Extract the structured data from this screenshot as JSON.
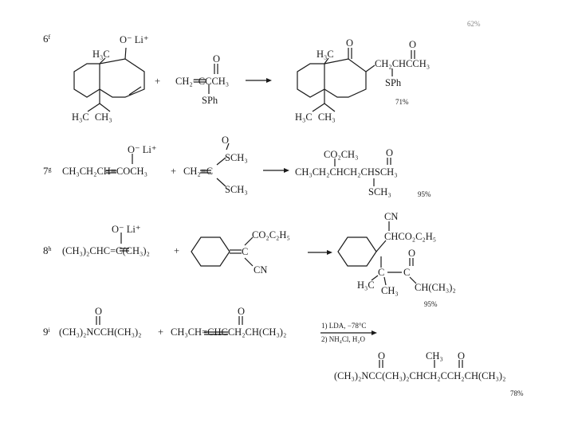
{
  "page_fragment": "62%",
  "reactions": [
    {
      "number": "6",
      "footnote": "f",
      "enolate_charge": "O⁻ Li⁺",
      "enolate_methyl": "H₃C",
      "gem_dimethyl": "H₃C CH₃",
      "plus": "+",
      "acceptor_carbonyl": "O",
      "acceptor": "CH₂=CCCH₃",
      "acceptor_sub": "SPh",
      "product_methyl": "H₃C",
      "product_ketone": "O",
      "product_chain_o": "O",
      "product_chain": "CH₂CHCCH₃",
      "product_sub": "SPh",
      "product_gem": "H₃C CH₃",
      "yield": "71%"
    },
    {
      "number": "7",
      "footnote": "g",
      "enolate_charge": "O⁻ Li⁺",
      "enolate": "CH₃CH₂CH=COCH₃",
      "plus": "+",
      "sulfoxide_o": "O",
      "acceptor_top": "SCH₃",
      "acceptor": "CH₂=C",
      "acceptor_bottom": "SCH₃",
      "product_ester": "CO₂CH₃",
      "product_o": "O",
      "product": "CH₃CH₂CHCH₂CHSCH₃",
      "product_sub": "SCH₃",
      "yield": "95%"
    },
    {
      "number": "8",
      "footnote": "h",
      "enolate_charge": "O⁻ Li⁺",
      "enolate": "(CH₃)₂CHC=C(CH₃)₂",
      "plus": "+",
      "acceptor_ester": "CO₂C₂H₅",
      "acceptor_c": "C",
      "acceptor_cn": "CN",
      "product_cn": "CN",
      "product_chain": "CHCO₂C₂H₅",
      "product_o": "O",
      "product_methyl": "H₃C",
      "product_c": "C",
      "product_c2": "C",
      "product_ch3": "CH₃",
      "product_iso": "CH(CH₃)₂",
      "yield": "95%"
    },
    {
      "number": "9",
      "footnote": "i",
      "amide_o": "O",
      "amide": "(CH₃)₂NCCH(CH₃)₂",
      "plus": "+",
      "enone_o": "O",
      "enone": "CH₃CH=CHCCH₂CH(CH₃)₂",
      "condition1": "1) LDA, −78°C",
      "condition2": "2) NH₄Cl, H₂O",
      "product_o1": "O",
      "product_ch3": "CH₃",
      "product_o2": "O",
      "product": "(CH₃)₂NCC(CH₃)₂CHCH₂CCH₂CH(CH₃)₂",
      "yield": "78%"
    }
  ]
}
